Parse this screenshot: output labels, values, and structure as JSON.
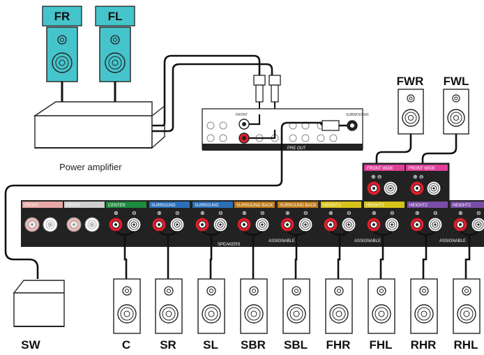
{
  "front_speakers": [
    {
      "id": "fr",
      "label": "FR"
    },
    {
      "id": "fl",
      "label": "FL"
    }
  ],
  "power_amplifier_label": "Power amplifier",
  "preout": {
    "front_label": "FRONT",
    "preout_label": "PRE OUT",
    "sub_label": "SUBWOOFER"
  },
  "wide_speakers": [
    {
      "id": "fwr",
      "label": "FWR"
    },
    {
      "id": "fwl",
      "label": "FWL"
    }
  ],
  "sections": [
    {
      "label": "FRONT",
      "color": "#e8a9a6",
      "active": false
    },
    {
      "label": "FRONT",
      "color": "#cfcfcf",
      "active": false
    },
    {
      "label": "CENTER",
      "color": "#1e8a3e",
      "active": true
    },
    {
      "label": "SURROUND",
      "color": "#2a6fb8",
      "active": true
    },
    {
      "label": "SURROUND",
      "color": "#2a6fb8",
      "active": true
    },
    {
      "label": "SURROUND BACK",
      "color": "#c07a17",
      "active": true
    },
    {
      "label": "SURROUND BACK",
      "color": "#c07a17",
      "active": true
    },
    {
      "label": "HEIGHT1",
      "color": "#d8c21a",
      "active": true
    },
    {
      "label": "HEIGHT1",
      "color": "#d8c21a",
      "active": true
    },
    {
      "label": "HEIGHT2",
      "color": "#7a4ea8",
      "active": true
    },
    {
      "label": "HEIGHT2",
      "color": "#7a4ea8",
      "active": true
    }
  ],
  "wide_terminal_labels": [
    "FRONT WIDE",
    "FRONT WIDE"
  ],
  "speakers_label": "SPEAKERS",
  "assignable_label": "ASSIGNABLE",
  "subwoofer": {
    "label": "SW"
  },
  "bottom_speakers": [
    {
      "id": "c",
      "label": "C"
    },
    {
      "id": "sr",
      "label": "SR"
    },
    {
      "id": "sl",
      "label": "SL"
    },
    {
      "id": "sbr",
      "label": "SBR"
    },
    {
      "id": "sbl",
      "label": "SBL"
    },
    {
      "id": "fhr",
      "label": "FHR"
    },
    {
      "id": "fhl",
      "label": "FHL"
    },
    {
      "id": "rhr",
      "label": "RHR"
    },
    {
      "id": "rhl",
      "label": "RHL"
    }
  ]
}
